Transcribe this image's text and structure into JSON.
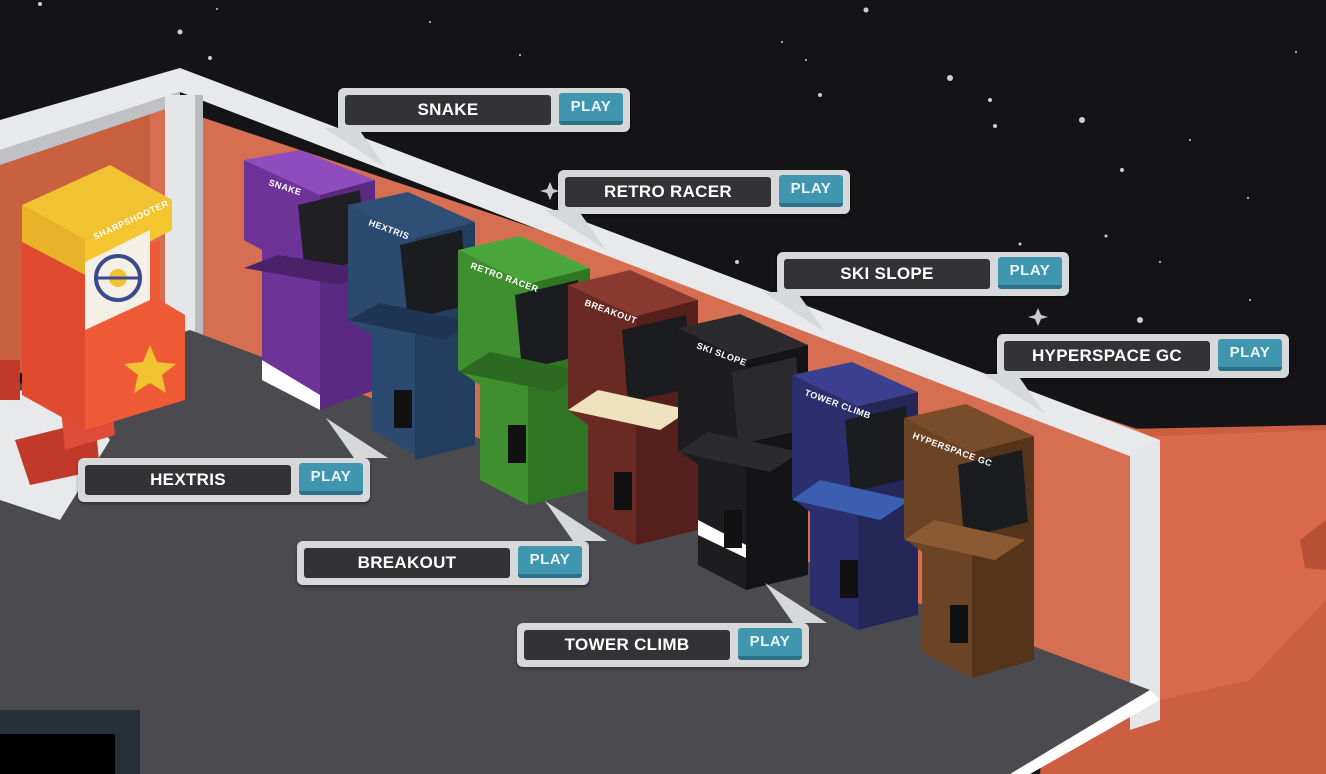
{
  "scene": {
    "colors": {
      "space": "#141416",
      "floor": "#4a4a4f",
      "mars": "#d9694a",
      "wall": "#e5e6e8",
      "accent_play": "#3f96ae"
    },
    "sharpshooter_marquee": "SHARPSHOOTER"
  },
  "games": [
    {
      "id": "snake",
      "title": "SNAKE",
      "play_label": "PLAY",
      "marquee": "SNAKE",
      "color": "#7a3ea3"
    },
    {
      "id": "retro-racer",
      "title": "RETRO RACER",
      "play_label": "PLAY",
      "marquee": "RETRO RACER",
      "color": "#3f8f30"
    },
    {
      "id": "ski-slope",
      "title": "SKI SLOPE",
      "play_label": "PLAY",
      "marquee": "SKI SLOPE",
      "color": "#1d1d1f"
    },
    {
      "id": "hyperspace-gc",
      "title": "HYPERSPACE GC",
      "play_label": "PLAY",
      "marquee": "HYPERSPACE GC",
      "color": "#6b4325"
    },
    {
      "id": "hextris",
      "title": "HEXTRIS",
      "play_label": "PLAY",
      "marquee": "HEXTRIS",
      "color": "#2f4f77"
    },
    {
      "id": "breakout",
      "title": "BREAKOUT",
      "play_label": "PLAY",
      "marquee": "BREAKOUT",
      "color": "#6a2a24"
    },
    {
      "id": "tower-climb",
      "title": "TOWER CLIMB",
      "play_label": "PLAY",
      "marquee": "TOWER CLIMB",
      "color": "#2c2f6e"
    }
  ]
}
